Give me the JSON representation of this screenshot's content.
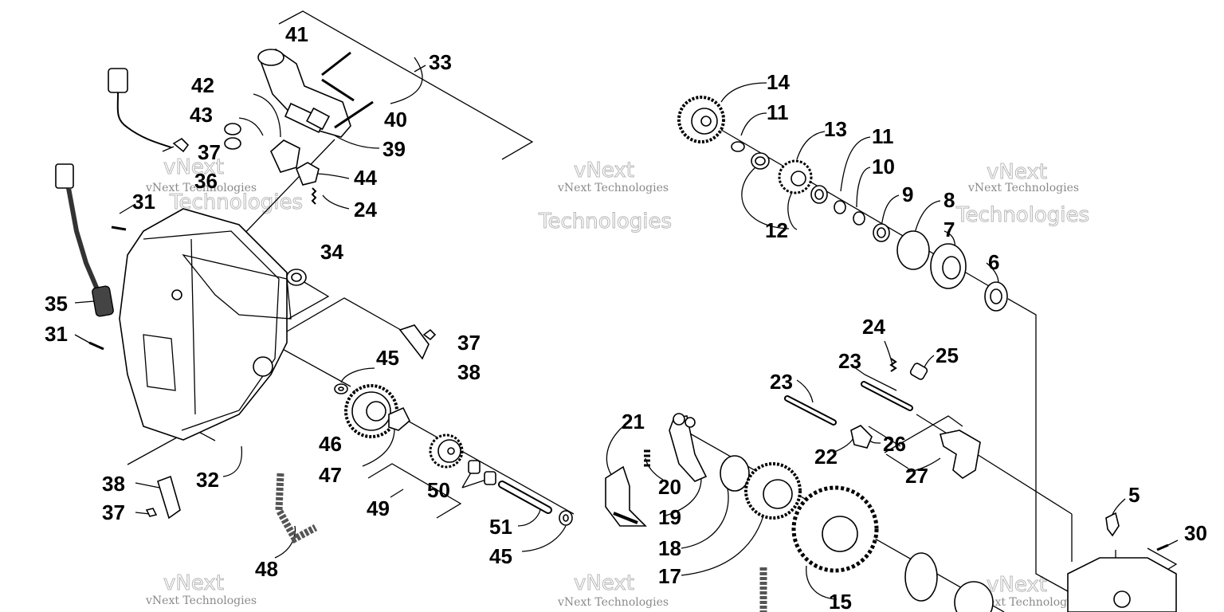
{
  "diagram": {
    "watermark": {
      "line1": "vNext Technologies",
      "line2": "vNext",
      "line3": "Technologies"
    },
    "callouts": [
      {
        "id": "c41",
        "text": "41"
      },
      {
        "id": "c33",
        "text": "33"
      },
      {
        "id": "c42",
        "text": "42"
      },
      {
        "id": "c43",
        "text": "43"
      },
      {
        "id": "c40",
        "text": "40"
      },
      {
        "id": "c37a",
        "text": "37"
      },
      {
        "id": "c39",
        "text": "39"
      },
      {
        "id": "c36",
        "text": "36"
      },
      {
        "id": "c44",
        "text": "44"
      },
      {
        "id": "c31a",
        "text": "31"
      },
      {
        "id": "c24a",
        "text": "24"
      },
      {
        "id": "c34",
        "text": "34"
      },
      {
        "id": "c35",
        "text": "35"
      },
      {
        "id": "c31b",
        "text": "31"
      },
      {
        "id": "c37b",
        "text": "37"
      },
      {
        "id": "c45a",
        "text": "45"
      },
      {
        "id": "c38a",
        "text": "38"
      },
      {
        "id": "c46",
        "text": "46"
      },
      {
        "id": "c47",
        "text": "47"
      },
      {
        "id": "c32",
        "text": "32"
      },
      {
        "id": "c50",
        "text": "50"
      },
      {
        "id": "c38b",
        "text": "38"
      },
      {
        "id": "c37c",
        "text": "37"
      },
      {
        "id": "c49",
        "text": "49"
      },
      {
        "id": "c51",
        "text": "51"
      },
      {
        "id": "c45b",
        "text": "45"
      },
      {
        "id": "c48",
        "text": "48"
      },
      {
        "id": "c14",
        "text": "14"
      },
      {
        "id": "c11a",
        "text": "11"
      },
      {
        "id": "c13",
        "text": "13"
      },
      {
        "id": "c11b",
        "text": "11"
      },
      {
        "id": "c10",
        "text": "10"
      },
      {
        "id": "c9",
        "text": "9"
      },
      {
        "id": "c8",
        "text": "8"
      },
      {
        "id": "c7",
        "text": "7"
      },
      {
        "id": "c12",
        "text": "12"
      },
      {
        "id": "c6",
        "text": "6"
      },
      {
        "id": "c24b",
        "text": "24"
      },
      {
        "id": "c23a",
        "text": "23"
      },
      {
        "id": "c25",
        "text": "25"
      },
      {
        "id": "c23b",
        "text": "23"
      },
      {
        "id": "c21",
        "text": "21"
      },
      {
        "id": "c26",
        "text": "26"
      },
      {
        "id": "c22",
        "text": "22"
      },
      {
        "id": "c27",
        "text": "27"
      },
      {
        "id": "c20",
        "text": "20"
      },
      {
        "id": "c19",
        "text": "19"
      },
      {
        "id": "c5",
        "text": "5"
      },
      {
        "id": "c30",
        "text": "30"
      },
      {
        "id": "c18",
        "text": "18"
      },
      {
        "id": "c17",
        "text": "17"
      },
      {
        "id": "c15",
        "text": "15"
      }
    ]
  }
}
